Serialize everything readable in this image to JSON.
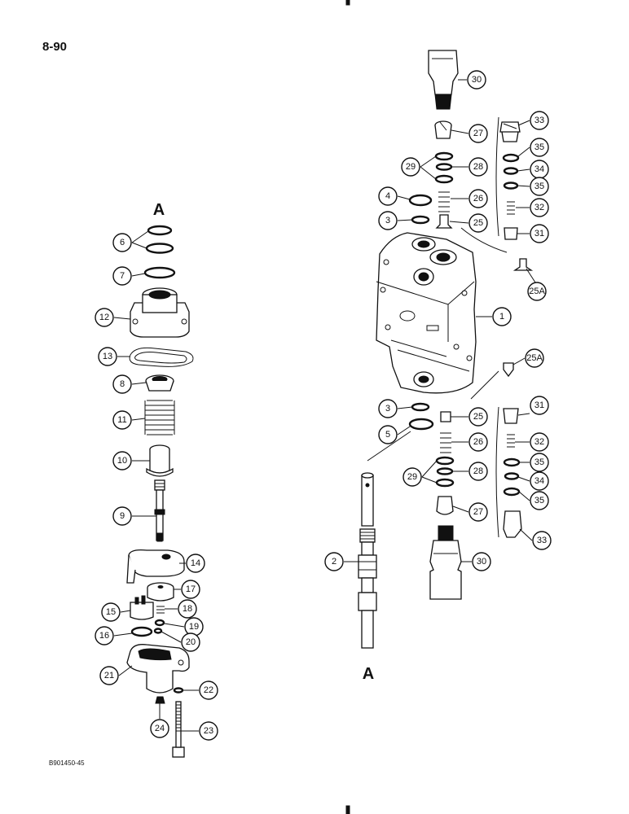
{
  "page_number": "8-90",
  "figure_code": "B901450-45",
  "connector_label": "A",
  "callouts": [
    "1",
    "2",
    "3",
    "4",
    "5",
    "6",
    "7",
    "8",
    "9",
    "10",
    "11",
    "12",
    "13",
    "14",
    "15",
    "16",
    "17",
    "18",
    "19",
    "20",
    "21",
    "22",
    "23",
    "24",
    "25",
    "25A",
    "26",
    "27",
    "28",
    "29",
    "30",
    "31",
    "32",
    "33",
    "34",
    "35"
  ],
  "colors": {
    "ink": "#111111",
    "paper": "#ffffff"
  }
}
